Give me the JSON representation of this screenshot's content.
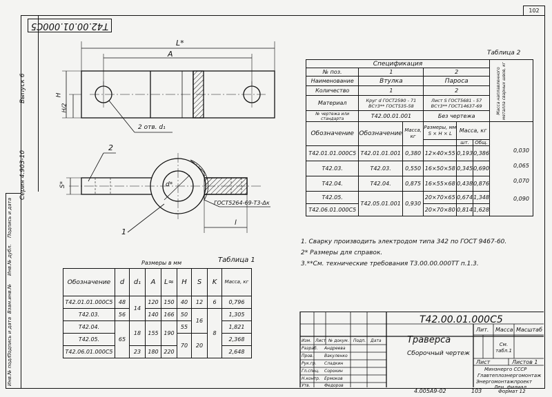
{
  "stamp_top": "Т42.00.01.000С5",
  "page_number": "102",
  "side_labels": [
    "Выпуск 6",
    "Серия 4.903-10",
    "Инв.№ подл.",
    "Подпись и дата",
    "Взам.инв.№",
    "Инв.№ дубл.",
    "Подпись и дата"
  ],
  "drawing": {
    "dim_L": "L*",
    "dim_A": "A",
    "dim_H": "H",
    "dim_H2": "H/2",
    "dim_S": "S*",
    "dim_l": "l",
    "dim_d": "d*",
    "holes_note": "2 отв. d₁",
    "weld_note": "ГОСТ5264-69-Т3-Δк",
    "pos1": "1",
    "pos2": "2"
  },
  "table2": {
    "caption": "Таблица 2",
    "spec_title": "Спецификация",
    "rows": {
      "pos_label": "№ поз.",
      "pos1": "1",
      "pos2": "2",
      "name_label": "Наименование",
      "name1": "Втулка",
      "name2": "Пароса",
      "qty_label": "Количество",
      "qty1": "1",
      "qty2": "2",
      "material_label": "Материал",
      "mat1_a": "Круг",
      "mat1_b": "d ГОСТ2590 - 71",
      "mat1_c": "ВСт3** ГОСТ535-58",
      "mat2_a": "Лист",
      "mat2_b": "S ГОСТ5681 - 57",
      "mat2_c": "ВСт3** ГОСТ14637-69",
      "std_label": "№ чертежа или стандарта",
      "std1": "Т42.00.01.001",
      "std2": "Без чертежа",
      "mass_side": "Масса наплавленного металла сварных швов, кг",
      "h_designation": "Обозначение",
      "h_designation2": "Обозначение",
      "h_mass": "Масса, кг",
      "h_sizes": "Размеры, мм",
      "h_sizes2": "S × H × L",
      "h_mass_kg": "Масса, кг",
      "h_unit": "шт.",
      "h_total": "Общ."
    },
    "data": [
      [
        "Т42.01.01.000С5",
        "Т42.01.01.001",
        "0,380",
        "12×40×55",
        "0,193",
        "0,386",
        "0,030"
      ],
      [
        "Т42.03.",
        "Т42.03.",
        "0,550",
        "16×50×58",
        "0,345",
        "0,690",
        "0,065"
      ],
      [
        "Т42.04.",
        "Т42.04.",
        "0,875",
        "16×55×68",
        "0,438",
        "0,876",
        "0,070"
      ],
      [
        "Т42.05.",
        "Т42.05.01.001",
        "0,930",
        "20×70×65",
        "0,674",
        "1,348",
        "0,090"
      ],
      [
        "Т42.06.01.000С5",
        "",
        "",
        "20×70×80",
        "0,814",
        "1,628",
        ""
      ]
    ]
  },
  "notes": [
    "1. Сварку производить электродом типа 342 по ГОСТ 9467-60.",
    "2* Размеры для справок.",
    "3.**См. технические требования Т3.00.00.000ТТ п.1.3."
  ],
  "table1": {
    "caption": "Таблица 1",
    "subtitle": "Размеры в мм",
    "headers": [
      "Обозначение",
      "d",
      "d₁",
      "A",
      "L≈",
      "H",
      "S",
      "K",
      "Масса, кг"
    ],
    "rows": [
      [
        "Т42.01.01.000С5",
        "48",
        "",
        "120",
        "150",
        "40",
        "12",
        "6",
        "0,796"
      ],
      [
        "Т42.03.",
        "56",
        "14",
        "140",
        "166",
        "50",
        "",
        "",
        "1,305"
      ],
      [
        "Т42.04.",
        "",
        "",
        "",
        "",
        "55",
        "16",
        "",
        "1,821"
      ],
      [
        "Т42.05.",
        "65",
        "18",
        "155",
        "190",
        "70",
        "",
        "8",
        "2,368"
      ],
      [
        "Т42.06.01.000С5",
        "",
        "23",
        "180",
        "220",
        "",
        "20",
        "",
        "2,648"
      ]
    ]
  },
  "title_block": {
    "doc_number": "Т42.00.01.000С5",
    "name": "Траверса",
    "name2": "Сборочный чертеж",
    "lit": "Лит.",
    "mass": "Масса",
    "scale": "Масштаб",
    "mass_value": "См. табл.1",
    "sheet": "Лист",
    "sheets": "Листов 1",
    "org1": "Минэнерго СССР",
    "org2": "Главтеплоэнергомонтаж",
    "org3": "Энергомонтажпроект",
    "org4": "Лен. филиал",
    "cols": [
      "Изм.",
      "Лист",
      "№ докум.",
      "Подп.",
      "Дата"
    ],
    "staff": [
      [
        "Разраб.",
        "Андреева"
      ],
      [
        "Пров.",
        "Вакуленко"
      ],
      [
        "Рук.гр.",
        "Сладкин"
      ],
      [
        "Гл.спец.",
        "Сорокин"
      ],
      [
        "Н.контр.",
        "Ермоков"
      ],
      [
        "Утв.",
        "Федоров"
      ]
    ],
    "bottom_code": "4.005А9-02",
    "bottom_page": "103",
    "format": "Формат 12"
  }
}
